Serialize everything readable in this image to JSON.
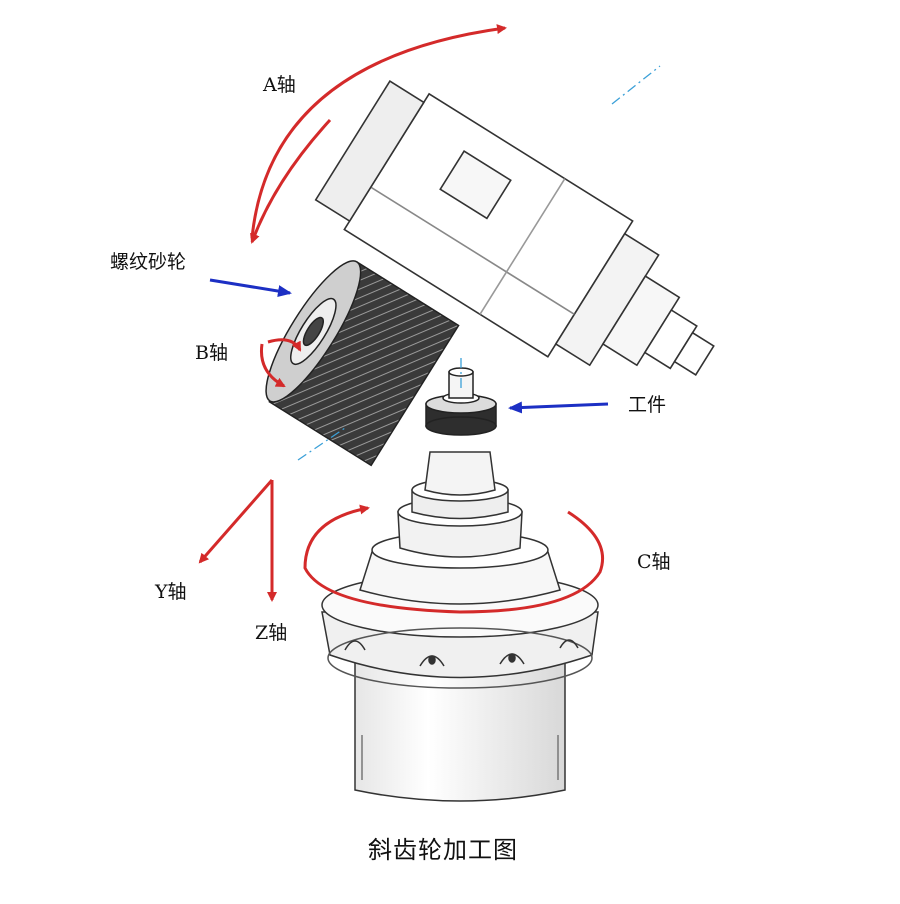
{
  "labels": {
    "a_axis": "A轴",
    "thread_wheel": "螺纹砂轮",
    "b_axis": "B轴",
    "workpiece": "工件",
    "c_axis": "C轴",
    "y_axis": "Y轴",
    "z_axis": "Z轴"
  },
  "caption": "斜齿轮加工图",
  "colors": {
    "axis_arrow": "#d42a2a",
    "pointer_arrow": "#1c2fc4",
    "centerline": "#3ba0d8",
    "machine_line": "#333333",
    "wheel_dark": "#3a3a3a"
  }
}
